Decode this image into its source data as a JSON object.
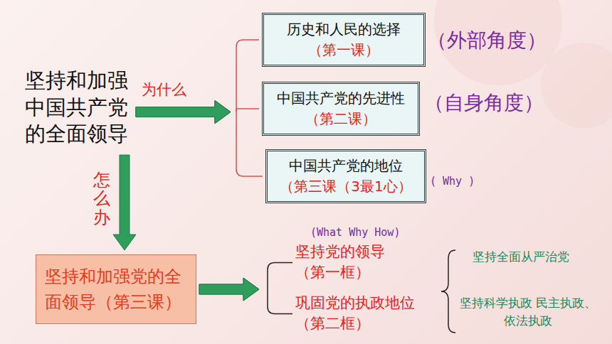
{
  "diagram": {
    "nodes": [
      {
        "text": [
          "坚持和加强中国共产党的全面领导"
        ]
      },
      {
        "text": [
          "历史和人民的选择",
          "（第一课）"
        ]
      },
      {
        "text": [
          "中国共产党的先进性",
          "（第二课）"
        ]
      },
      {
        "text": [
          "中国共产党的地位",
          "（第三课（3最1心）"
        ]
      },
      {
        "text": [
          "坚持和加强党的全面领导（第三课）"
        ]
      },
      {
        "text": [
          "坚持党的领导",
          "（第一框）"
        ]
      },
      {
        "text": [
          "巩固党的执政地位",
          "（第二框）"
        ]
      }
    ],
    "edges": [
      {
        "from": 0,
        "to": 1,
        "arrow": "to"
      },
      {
        "from": 0,
        "to": 2,
        "label": "为什么",
        "arrow": "to"
      },
      {
        "from": 0,
        "to": 3,
        "arrow": "to"
      },
      {
        "from": 0,
        "to": 4,
        "label": "怎么办",
        "arrow": "to"
      },
      {
        "from": 4,
        "to": 5,
        "arrow": "to"
      },
      {
        "from": 4,
        "to": 6,
        "arrow": "to"
      }
    ],
    "labels": [
      "（外部角度）",
      "（自身角度）",
      "( Why )",
      "(What  Why How)",
      "坚持全面从严治党",
      "坚持科学执政 民主执政、依法执政"
    ]
  }
}
